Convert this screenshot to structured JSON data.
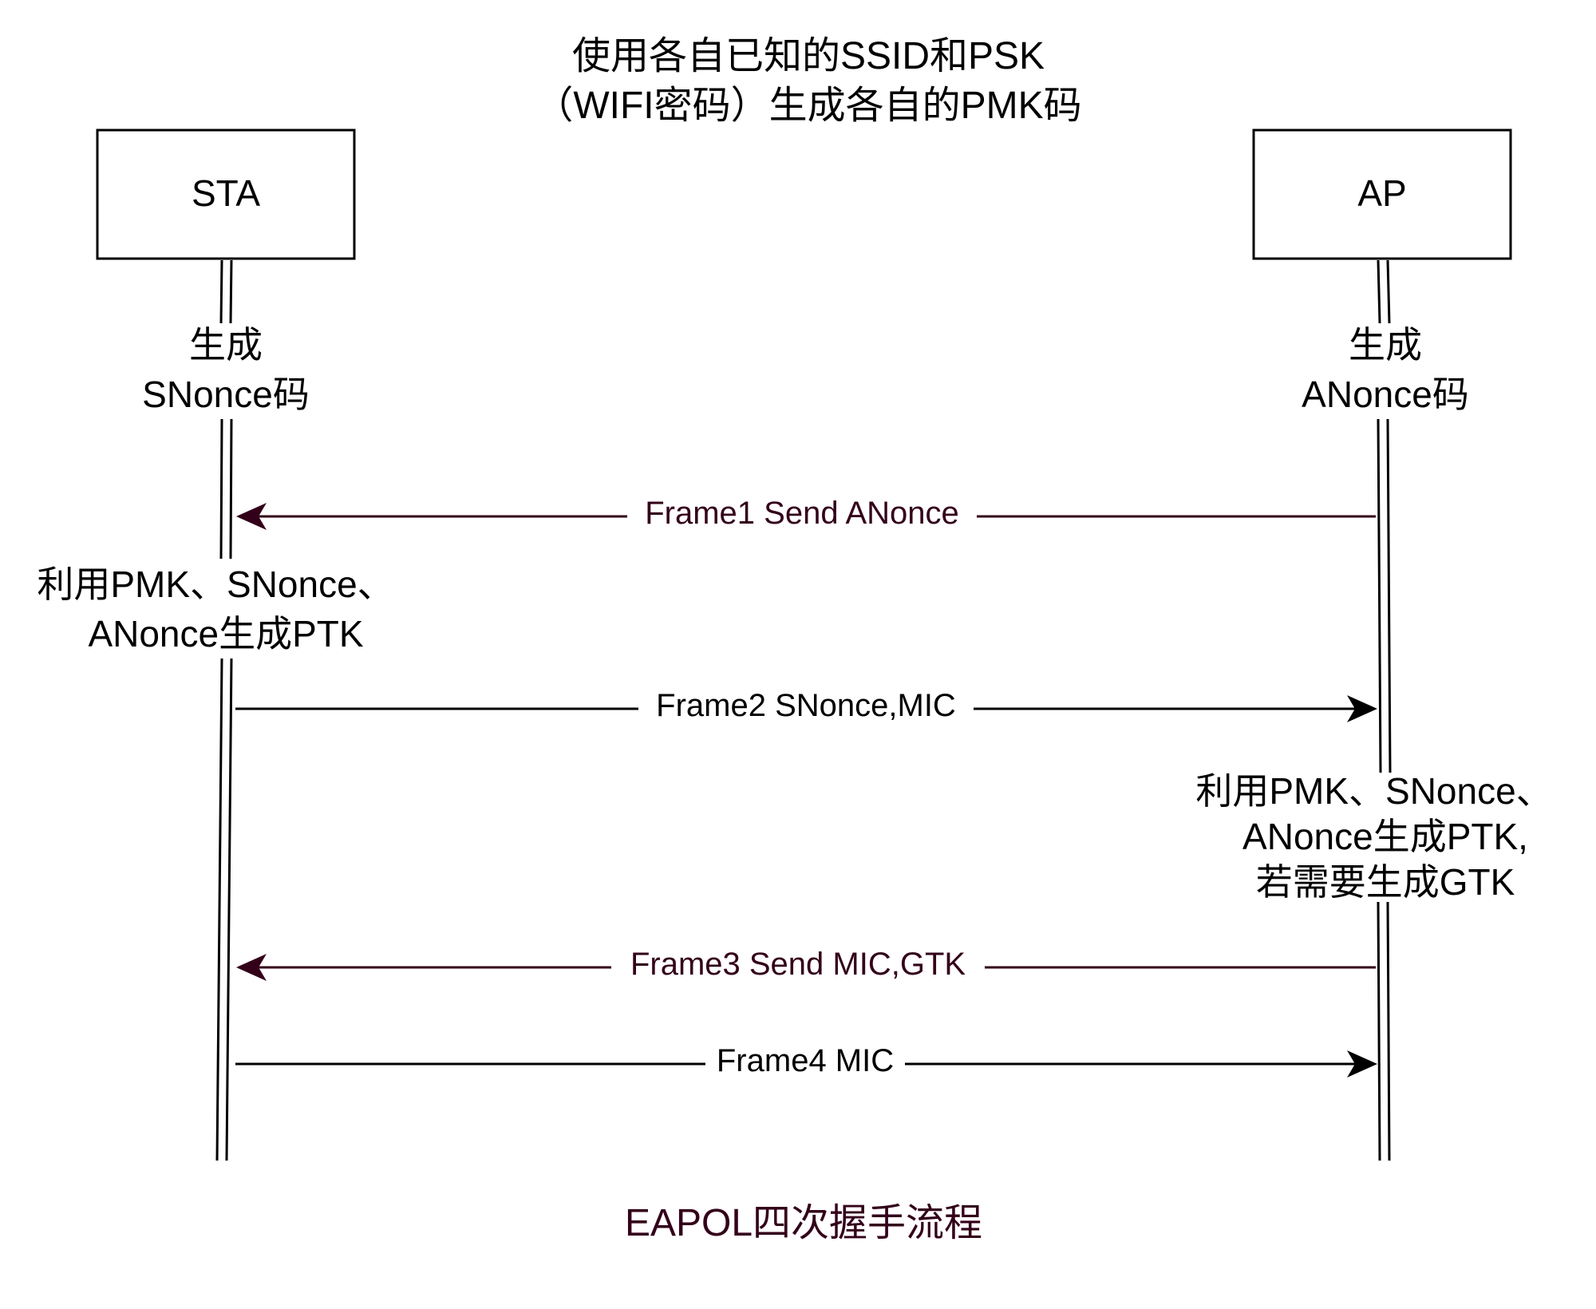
{
  "colors": {
    "black": "#000000",
    "maroon": "#33001a",
    "background": "#ffffff"
  },
  "diagram": {
    "top_note": {
      "line1": "使用各自已知的SSID和PSK",
      "line2": "（WIFI密码）生成各自的PMK码"
    },
    "participants": {
      "sta": {
        "label": "STA"
      },
      "ap": {
        "label": "AP"
      }
    },
    "notes": {
      "sta_snonce": {
        "line1": "生成",
        "line2": "SNonce码"
      },
      "ap_anonce": {
        "line1": "生成",
        "line2": "ANonce码"
      },
      "sta_ptk": {
        "line1": "利用PMK、SNonce、",
        "line2": "ANonce生成PTK"
      },
      "ap_ptk": {
        "line1": "利用PMK、SNonce、",
        "line2": "ANonce生成PTK,",
        "line3": "若需要生成GTK"
      }
    },
    "messages": [
      {
        "label": "Frame1 Send ANonce",
        "direction": "ap-to-sta",
        "color": "#33001a"
      },
      {
        "label": "Frame2 SNonce,MIC",
        "direction": "sta-to-ap",
        "color": "#000000"
      },
      {
        "label": "Frame3 Send MIC,GTK",
        "direction": "ap-to-sta",
        "color": "#33001a"
      },
      {
        "label": "Frame4 MIC",
        "direction": "sta-to-ap",
        "color": "#000000"
      }
    ],
    "caption": "EAPOL四次握手流程"
  }
}
